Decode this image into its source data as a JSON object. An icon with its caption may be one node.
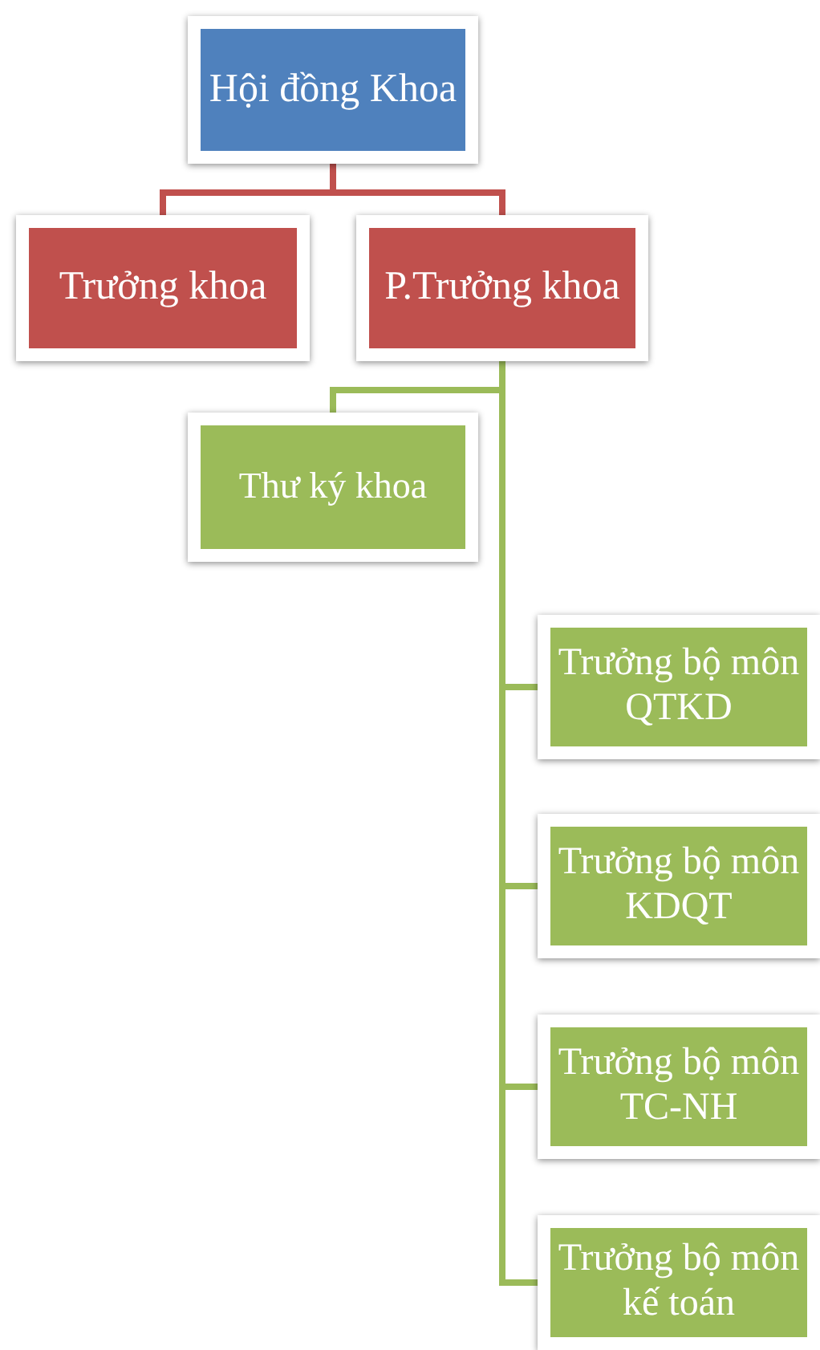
{
  "diagram": {
    "nodes": [
      {
        "text": [
          "Hội đồng Khoa"
        ]
      },
      {
        "text": [
          "Trưởng khoa"
        ]
      },
      {
        "text": [
          "P.Trưởng khoa"
        ]
      },
      {
        "text": [
          "Thư ký khoa"
        ]
      },
      {
        "text": [
          "Trưởng bộ môn QTKD"
        ]
      },
      {
        "text": [
          "Trưởng bộ môn KDQT"
        ]
      },
      {
        "text": [
          "Trưởng bộ môn TC-NH"
        ]
      },
      {
        "text": [
          "Trưởng bộ môn kế toán"
        ]
      }
    ],
    "edges": [
      {
        "from": 0,
        "to": 1,
        "arrow": "none",
        "color": "#c0504d"
      },
      {
        "from": 0,
        "to": 2,
        "arrow": "none",
        "color": "#c0504d"
      },
      {
        "from": 2,
        "to": 3,
        "arrow": "none"
      },
      {
        "from": 2,
        "to": 4,
        "arrow": "none"
      },
      {
        "from": 2,
        "to": 5,
        "arrow": "none"
      },
      {
        "from": 2,
        "to": 6,
        "arrow": "none"
      },
      {
        "from": 2,
        "to": 7,
        "arrow": "none"
      }
    ]
  }
}
